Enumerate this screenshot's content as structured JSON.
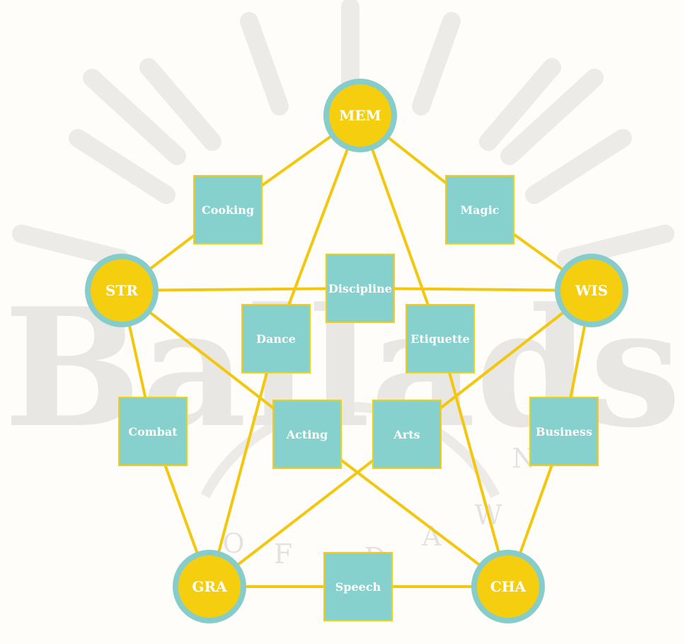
{
  "colors": {
    "attribute_fill": "#f5cf0f",
    "attribute_ring": "#86ccca",
    "skill_fill": "#86d0cd",
    "skill_border": "#f5cf0f",
    "connector": "#f3c70e",
    "watermark": "#e9e7e3",
    "label_text": "#ffffff"
  },
  "watermark": {
    "title": "Ballads",
    "letters": [
      "O",
      "F",
      "D",
      "A",
      "W",
      "N"
    ]
  },
  "attributes": [
    {
      "id": "MEM",
      "label": "MEM"
    },
    {
      "id": "STR",
      "label": "STR"
    },
    {
      "id": "WIS",
      "label": "WIS"
    },
    {
      "id": "GRA",
      "label": "GRA"
    },
    {
      "id": "CHA",
      "label": "CHA"
    }
  ],
  "skills": [
    {
      "id": "cooking",
      "label": "Cooking",
      "links": [
        "MEM",
        "STR"
      ]
    },
    {
      "id": "magic",
      "label": "Magic",
      "links": [
        "MEM",
        "WIS"
      ]
    },
    {
      "id": "discipline",
      "label": "Discipline",
      "links": [
        "STR",
        "WIS"
      ]
    },
    {
      "id": "dance",
      "label": "Dance",
      "links": [
        "MEM",
        "GRA"
      ]
    },
    {
      "id": "etiquette",
      "label": "Etiquette",
      "links": [
        "MEM",
        "CHA"
      ]
    },
    {
      "id": "combat",
      "label": "Combat",
      "links": [
        "STR",
        "GRA"
      ]
    },
    {
      "id": "acting",
      "label": "Acting",
      "links": [
        "STR",
        "CHA"
      ]
    },
    {
      "id": "arts",
      "label": "Arts",
      "links": [
        "WIS",
        "GRA"
      ]
    },
    {
      "id": "business",
      "label": "Business",
      "links": [
        "WIS",
        "CHA"
      ]
    },
    {
      "id": "speech",
      "label": "Speech",
      "links": [
        "GRA",
        "CHA"
      ]
    }
  ]
}
